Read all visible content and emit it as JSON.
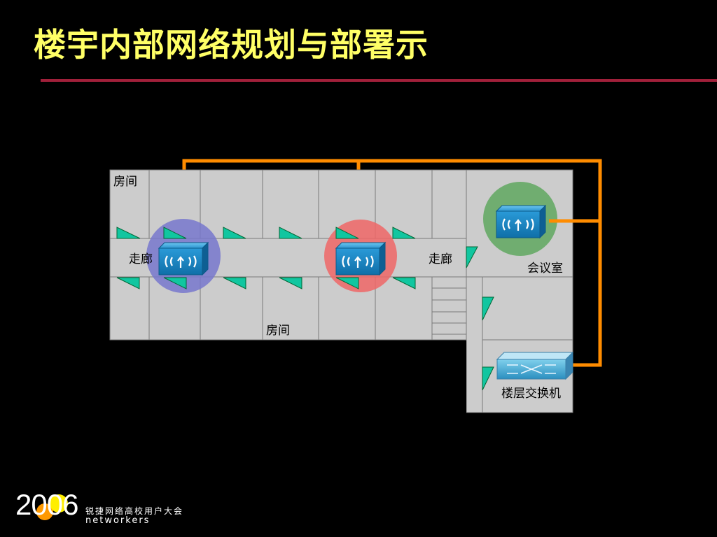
{
  "slide": {
    "title": "楼宇内部网络规划与部署示"
  },
  "floorplan": {
    "room_top_label": "房间",
    "room_bottom_label": "房间",
    "corridor_left_label": "走廊",
    "corridor_right_label": "走廊",
    "meeting_room_label": "会议室",
    "switch_label": "楼层交换机"
  },
  "devices": [
    {
      "name": "access-point",
      "zone": "corridor-left",
      "coverage_color": "#7777cc"
    },
    {
      "name": "access-point",
      "zone": "corridor-center",
      "coverage_color": "#ee6666"
    },
    {
      "name": "access-point",
      "zone": "meeting-room",
      "coverage_color": "#66aa66"
    }
  ],
  "colors": {
    "title": "#ffff66",
    "rule": "#a0203a",
    "cable": "#ff8c00",
    "floor": "#cccccc",
    "device": "#1a8ccc",
    "marker": "#11c6a0"
  },
  "footer": {
    "year": "2006",
    "org": "锐捷网络高校用户大会",
    "brand": "networkers"
  }
}
